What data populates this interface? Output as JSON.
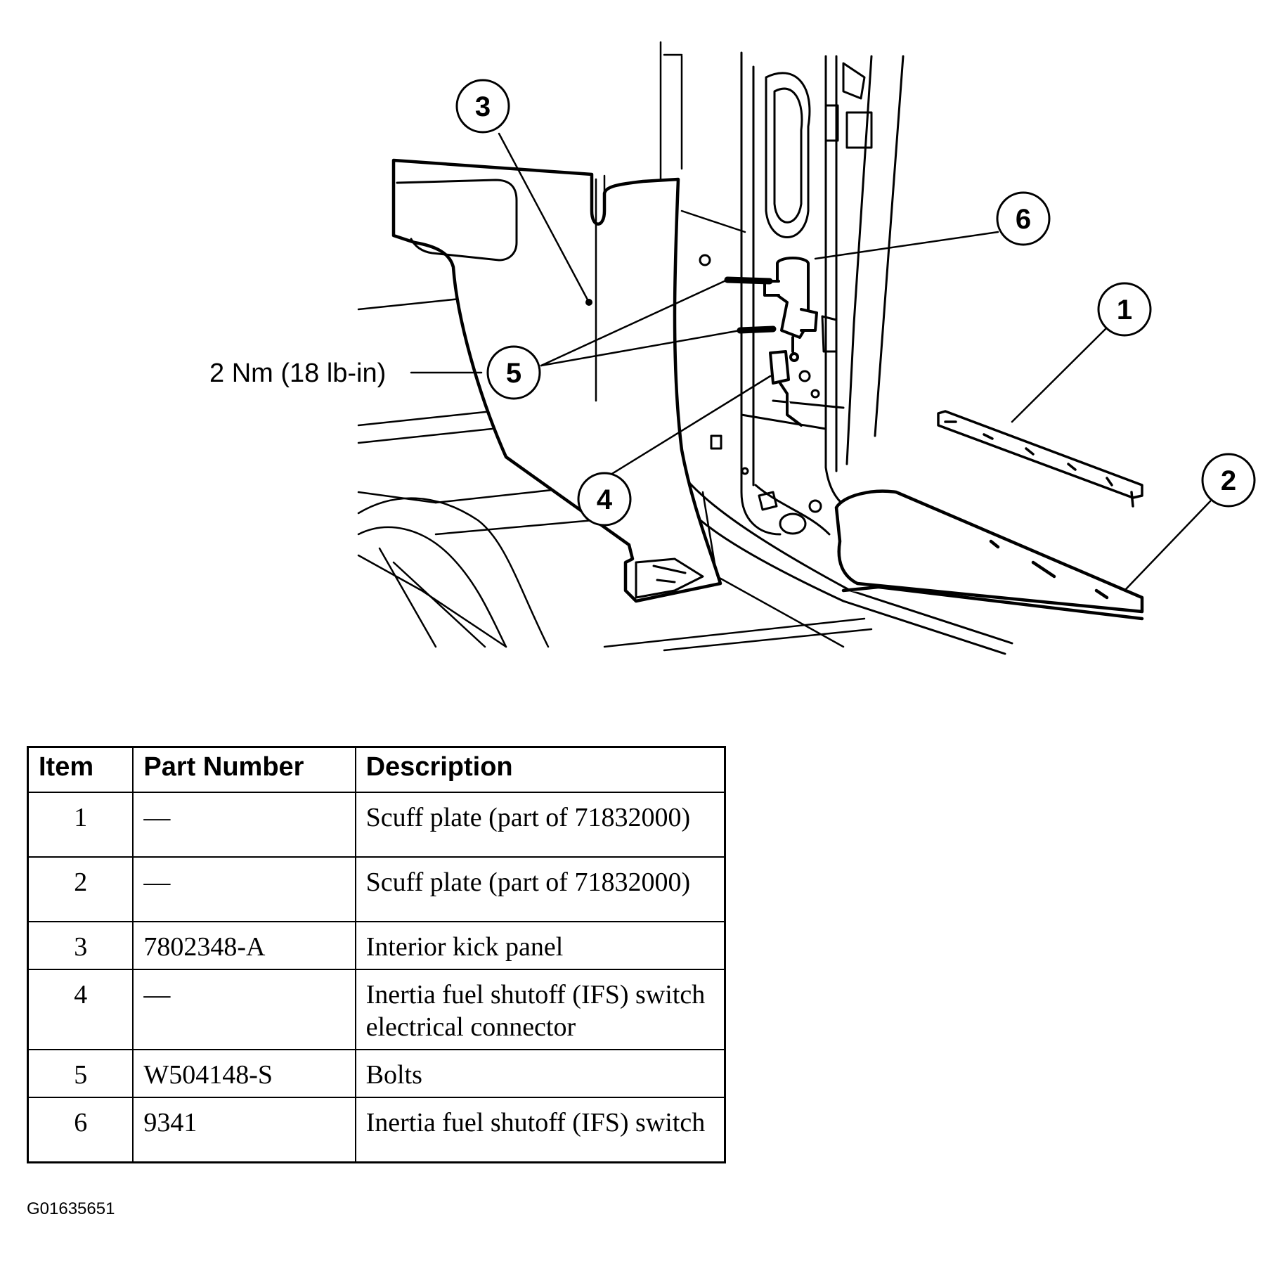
{
  "callouts": [
    "1",
    "2",
    "3",
    "4",
    "5",
    "6"
  ],
  "torque_label": "2 Nm (18 lb-in)",
  "table": {
    "headers": [
      "Item",
      "Part Number",
      "Description"
    ],
    "rows": [
      {
        "item": "1",
        "part": "—",
        "desc": "Scuff plate (part of 71832000)"
      },
      {
        "item": "2",
        "part": "—",
        "desc": "Scuff plate (part of 71832000)"
      },
      {
        "item": "3",
        "part": "7802348-A",
        "desc": "Interior kick panel"
      },
      {
        "item": "4",
        "part": "—",
        "desc": "Inertia fuel shutoff (IFS) switch electrical connector"
      },
      {
        "item": "5",
        "part": "W504148-S",
        "desc": "Bolts"
      },
      {
        "item": "6",
        "part": "9341",
        "desc": "Inertia fuel shutoff (IFS) switch"
      }
    ]
  },
  "figure_id": "G01635651"
}
